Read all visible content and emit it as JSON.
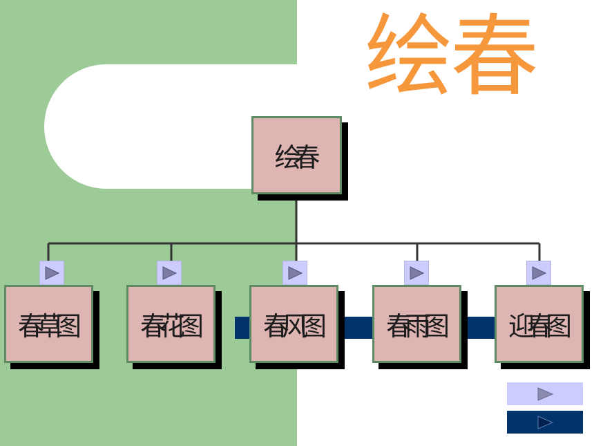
{
  "title": "绘春",
  "diagram": {
    "root": {
      "label": "绘春"
    },
    "children": [
      {
        "label": "春草图"
      },
      {
        "label": "春花图"
      },
      {
        "label": "春风图"
      },
      {
        "label": "春雨图"
      },
      {
        "label": "迎春图"
      }
    ]
  },
  "colors": {
    "title": "#f5973a",
    "background_green": "#9dcb98",
    "node_fill": "#dfb5b3",
    "node_border": "#5e8a64",
    "arrow_button": "#ccccff",
    "navy": "#00336a"
  },
  "icons": {
    "child_link": "play-triangle-icon",
    "nav_next": "play-triangle-icon",
    "nav_play": "play-triangle-icon"
  }
}
